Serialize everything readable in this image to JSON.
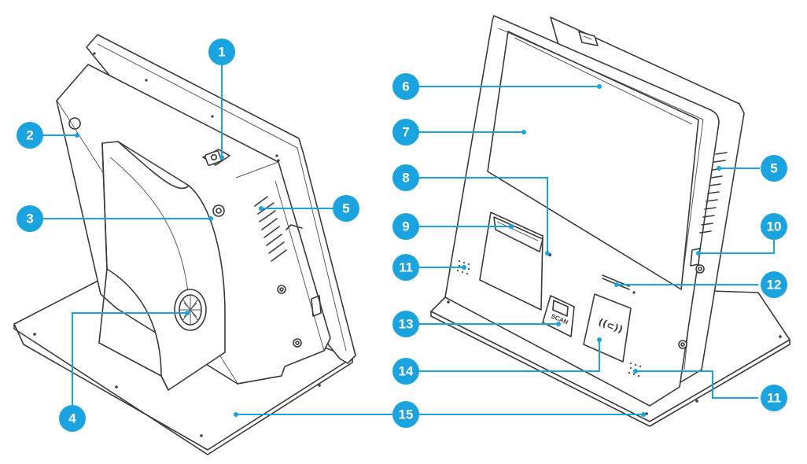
{
  "callouts": [
    {
      "id": "1"
    },
    {
      "id": "2"
    },
    {
      "id": "3"
    },
    {
      "id": "4"
    },
    {
      "id": "5"
    },
    {
      "id": "5"
    },
    {
      "id": "6"
    },
    {
      "id": "7"
    },
    {
      "id": "8"
    },
    {
      "id": "9"
    },
    {
      "id": "10"
    },
    {
      "id": "11"
    },
    {
      "id": "11"
    },
    {
      "id": "12"
    },
    {
      "id": "13"
    },
    {
      "id": "14"
    },
    {
      "id": "15"
    }
  ],
  "labels": {
    "scan": "SCAN",
    "nfc": "((⊂))"
  },
  "colors": {
    "accent": "#1aa3df",
    "line": "#3a3a3a"
  }
}
